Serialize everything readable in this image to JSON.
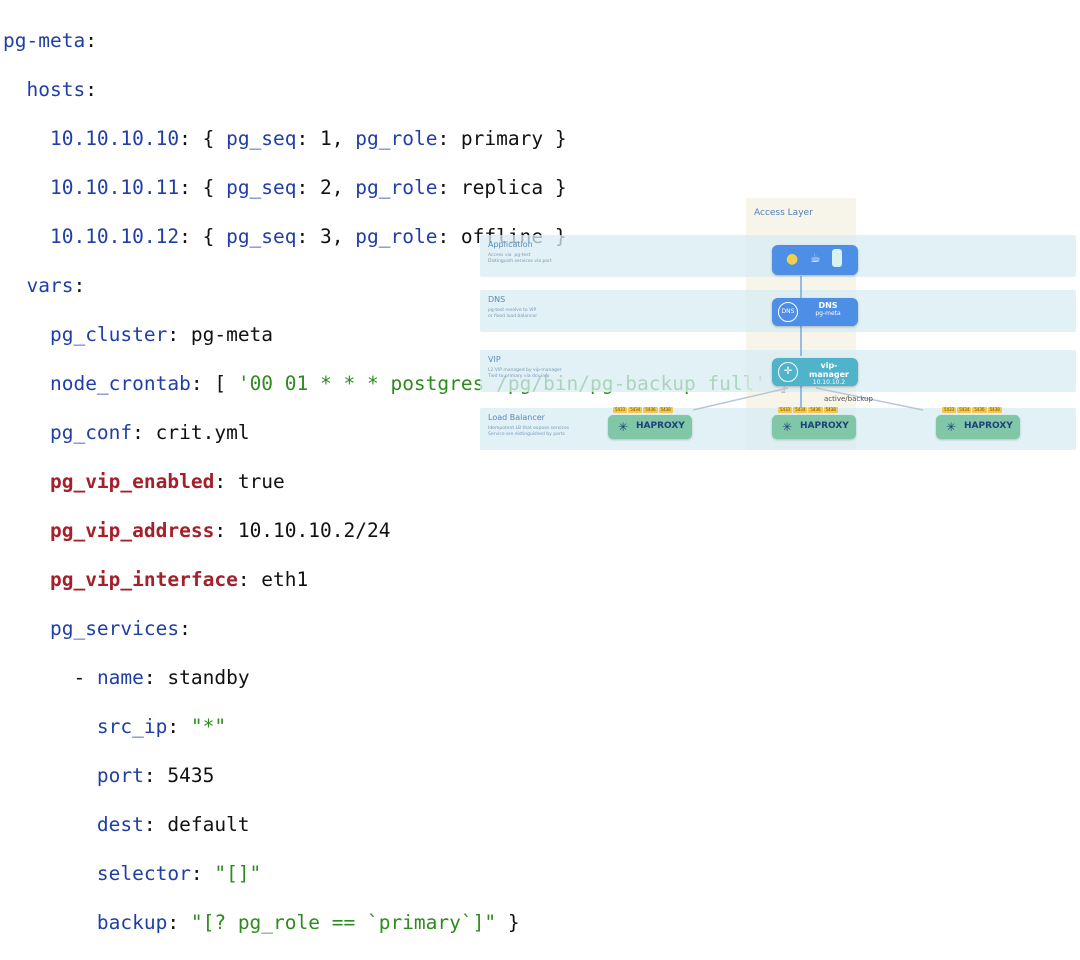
{
  "code": {
    "l1": {
      "key": "pg-meta",
      "rest": ":"
    },
    "l2": {
      "key": "hosts",
      "rest": ":"
    },
    "l3": {
      "ip": "10.10.10.10",
      "k1": "pg_seq",
      "v1": " 1, ",
      "k2": "pg_role",
      "v2": " primary }"
    },
    "l4": {
      "ip": "10.10.10.11",
      "k1": "pg_seq",
      "v1": " 2, ",
      "k2": "pg_role",
      "v2": " replica }"
    },
    "l5": {
      "ip": "10.10.10.12",
      "k1": "pg_seq",
      "v1": " 3, ",
      "k2": "pg_role",
      "v2": " offline }"
    },
    "l6": {
      "key": "vars",
      "rest": ":"
    },
    "l7": {
      "key": "pg_cluster",
      "rest": ": pg-meta"
    },
    "l8": {
      "key": "node_crontab",
      "rest": ": [ ",
      "str": "'00 01 * * * postgres /pg/bin/pg-backup full'",
      "end": " ]"
    },
    "l9": {
      "key": "pg_conf",
      "rest": ": crit.yml"
    },
    "l10": {
      "key": "pg_vip_enabled",
      "rest": ": true"
    },
    "l11": {
      "key": "pg_vip_address",
      "rest": ": 10.10.10.2/24"
    },
    "l12": {
      "key": "pg_vip_interface",
      "rest": ": eth1"
    },
    "l13": {
      "key": "pg_services",
      "rest": ":"
    },
    "l14": {
      "dash": "- ",
      "key": "name",
      "rest": ": standby"
    },
    "l15": {
      "key": "src_ip",
      "rest": ": ",
      "str": "\"*\""
    },
    "l16": {
      "key": "port",
      "rest": ": 5435"
    },
    "l17": {
      "key": "dest",
      "rest": ": default"
    },
    "l18": {
      "key": "selector",
      "rest": ": ",
      "str": "\"[]\""
    },
    "l19": {
      "key": "backup",
      "rest": ": ",
      "str": "\"[? pg_role == `primary`]\"",
      "end": " }"
    }
  },
  "diagram": {
    "access_layer": "Access Layer",
    "layers": {
      "application": {
        "title": "Application",
        "desc": "Access via  pg-test\nDistinguish services via port"
      },
      "dns": {
        "title": "DNS",
        "desc": "pg-test resolve to VIP\nor fixed load balancer"
      },
      "vip": {
        "title": "VIP",
        "desc": "L2 VIP managed by vip-manager\nTied to primary via dcs info"
      },
      "lb": {
        "title": "Load Balancer",
        "desc": "Idempotent LB that expose services\nService are distinguished by ports"
      }
    },
    "dns_node": {
      "title": "DNS",
      "sub": "pg-meta",
      "icon": "DNS"
    },
    "vip_node": {
      "title": "vip-manager",
      "sub": "10.10.10.2"
    },
    "arrow_label": "active/backup",
    "haproxy_label": "HAPROXY",
    "ports": [
      "5433",
      "5434",
      "5436",
      "5438"
    ]
  },
  "colors": {
    "key": "#1f3fa6",
    "key_bold": "#a4202a",
    "string": "#2f8a1f",
    "node_blue": "#4d8ee6",
    "node_teal": "#4fb3c9",
    "haproxy": "#7fc7a7"
  }
}
